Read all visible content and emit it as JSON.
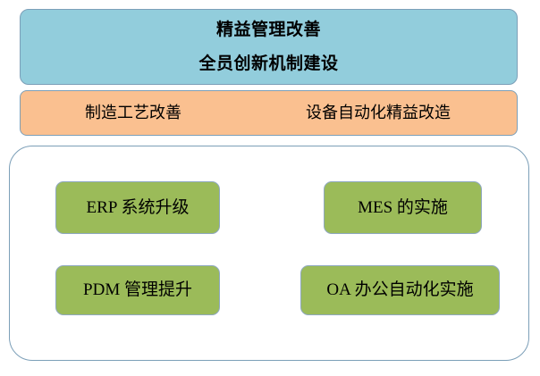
{
  "diagram": {
    "type": "hierarchy-block-diagram",
    "colors": {
      "strategy_fill": "#92CDDC",
      "process_fill": "#FAC090",
      "project_fill": "#9BBB59",
      "border": "#7C9FB8",
      "container_fill": "#FFFFFF",
      "text": "#000000"
    },
    "strategy_banner": {
      "line1": "精益管理改善",
      "line2": "全员创新机制建设"
    },
    "process_band": {
      "left": "制造工艺改善",
      "right": "设备自动化精益改造"
    },
    "it_container": {
      "projects": [
        {
          "id": "erp",
          "label": "ERP 系统升级"
        },
        {
          "id": "mes",
          "label": "MES 的实施"
        },
        {
          "id": "pdm",
          "label": "PDM 管理提升"
        },
        {
          "id": "oa",
          "label": "OA 办公自动化实施"
        }
      ]
    }
  }
}
